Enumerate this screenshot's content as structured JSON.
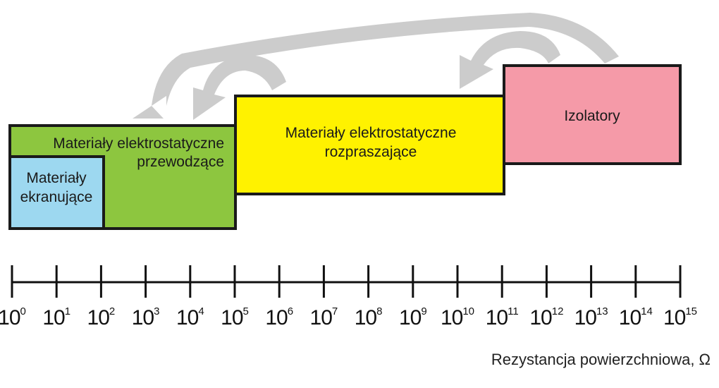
{
  "colors": {
    "green": "#8dc63f",
    "blue": "#9dd8f0",
    "yellow": "#fff200",
    "pink": "#f59aa8",
    "arrow": "#cccccc",
    "outline": "#1a1a1a"
  },
  "boxes": {
    "conductive": [
      "Materiały elektrostatyczne",
      "przewodzące"
    ],
    "shielding": [
      "Materiały",
      "ekranujące"
    ],
    "dissipative": [
      "Materiały elektrostatyczne",
      "rozpraszające"
    ],
    "insulators": [
      "Izolatory"
    ]
  },
  "axis": {
    "base": "10",
    "exponents": [
      "0",
      "1",
      "2",
      "3",
      "4",
      "5",
      "6",
      "7",
      "8",
      "9",
      "10",
      "11",
      "12",
      "13",
      "14",
      "15"
    ],
    "title": "Rezystancja powierzchniowa, Ω"
  }
}
